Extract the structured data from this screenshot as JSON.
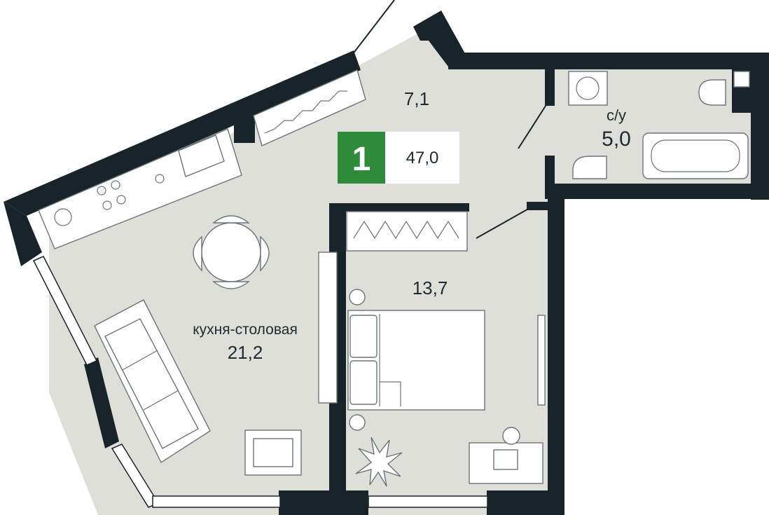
{
  "badge": {
    "rooms": "1",
    "total_area": "47,0"
  },
  "rooms": {
    "hallway": {
      "area": "7,1"
    },
    "bathroom": {
      "name": "с/у",
      "area": "5,0"
    },
    "bedroom": {
      "area": "13,7"
    },
    "kitchen": {
      "name": "кухня-столовая",
      "area": "21,2"
    }
  },
  "colors": {
    "wall": "#18242a",
    "floor": "#dfdfd9",
    "accent": "#2e8b3a",
    "furniture_stroke": "#6b7479"
  }
}
